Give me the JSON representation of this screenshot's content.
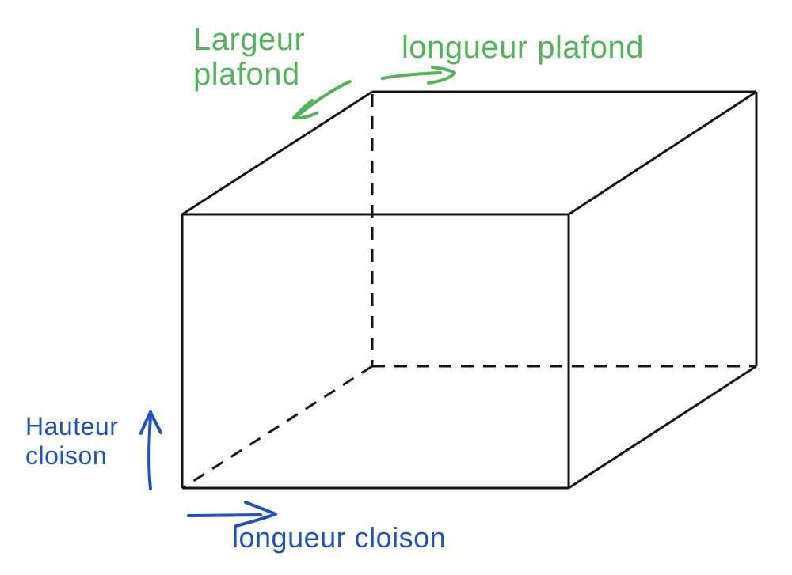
{
  "diagram": {
    "title": "room-dimensions-cuboid",
    "background": "#ffffff",
    "colors": {
      "outline": "#141414",
      "ceiling_green": "#54b45c",
      "partition_blue": "#2152c3"
    },
    "labels": {
      "ceiling_width_line1": "Largeur",
      "ceiling_width_line2": "plafond",
      "ceiling_length": "longueur plafond",
      "partition_height_line1": "Hauteur",
      "partition_height_line2": "cloison",
      "partition_length": "longueur cloison"
    }
  }
}
